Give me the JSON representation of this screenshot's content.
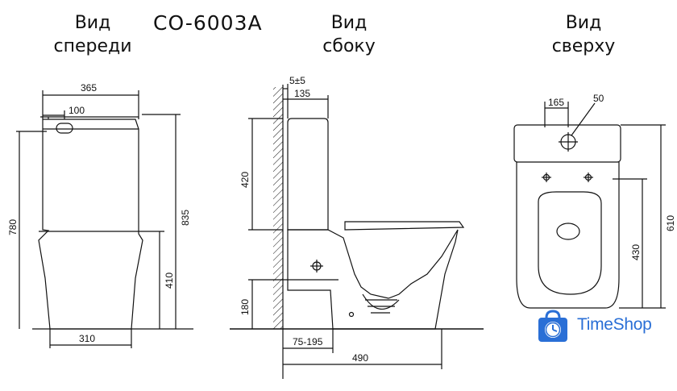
{
  "header": {
    "model": "CO-6003A",
    "view_front_line1": "Вид",
    "view_front_line2": "спереди",
    "view_side_line1": "Вид",
    "view_side_line2": "сбоку",
    "view_top_line1": "Вид",
    "view_top_line2": "сверху"
  },
  "dimensions": {
    "front": {
      "width_top": "365",
      "tank_offset": "100",
      "height_tank": "780",
      "height_total": "835",
      "bowl_height": "410",
      "base_width": "310"
    },
    "side": {
      "gap": "5±5",
      "offset": "135",
      "tank_height": "420",
      "drain_height": "180",
      "drain_range": "75-195",
      "depth": "490"
    },
    "top": {
      "hole_offset": "165",
      "hole_diameter": "50",
      "depth_total": "610",
      "bowl_length": "430"
    }
  },
  "brand": {
    "name": "TimeShop",
    "color": "#2a6fd6"
  }
}
